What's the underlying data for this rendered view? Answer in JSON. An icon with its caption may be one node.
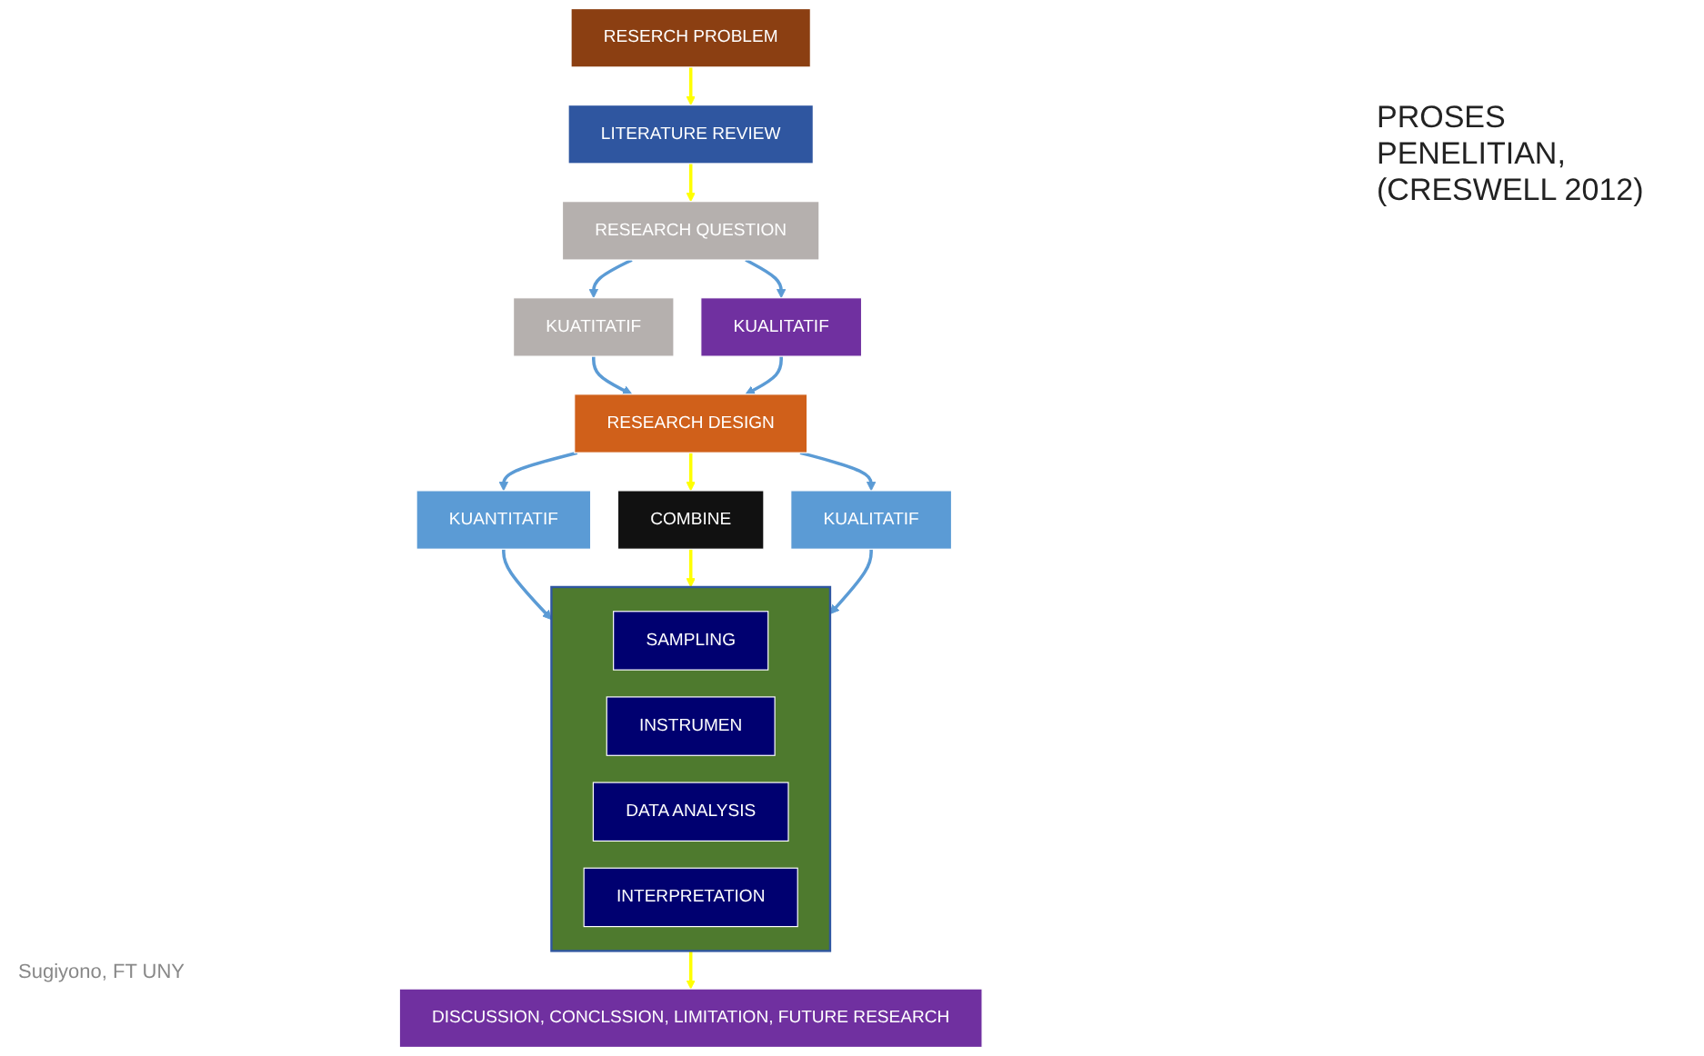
{
  "diagram": {
    "nodes": [
      {
        "text": [
          "RESERCH PROBLEM"
        ]
      },
      {
        "text": [
          "LITERATURE REVIEW"
        ]
      },
      {
        "text": [
          "RESEARCH QUESTION"
        ]
      },
      {
        "text": [
          "KUATITATIF"
        ]
      },
      {
        "text": [
          "KUALITATIF"
        ]
      },
      {
        "text": [
          "RESEARCH DESIGN"
        ]
      },
      {
        "text": [
          "KUANTITATIF"
        ]
      },
      {
        "text": [
          "COMBINE"
        ]
      },
      {
        "text": [
          "KUALITATIF"
        ]
      },
      {
        "text": [],
        "shape": "box"
      },
      {
        "text": [
          "SAMPLING"
        ],
        "in": 9
      },
      {
        "text": [
          "INSTRUMEN"
        ],
        "in": 9
      },
      {
        "text": [
          "DATA ANALYSIS"
        ],
        "in": 9
      },
      {
        "text": [
          "INTERPRETATION"
        ],
        "in": 9
      },
      {
        "text": [
          "DISCUSSION, CONCLSSION, LIMITATION, FUTURE RESEARCH"
        ]
      }
    ],
    "edges": [
      {
        "from": 0,
        "to": 1,
        "arrow": "to",
        "color": "#ffff00"
      },
      {
        "from": 1,
        "to": 2,
        "arrow": "to",
        "color": "#ffff00"
      },
      {
        "from": 2,
        "to": 3,
        "arrow": "to"
      },
      {
        "from": 2,
        "to": 4,
        "arrow": "to"
      },
      {
        "from": 3,
        "to": 5,
        "arrow": "to"
      },
      {
        "from": 4,
        "to": 5,
        "arrow": "to"
      },
      {
        "from": 5,
        "to": 6,
        "arrow": "to"
      },
      {
        "from": 5,
        "to": 7,
        "arrow": "to",
        "color": "#ffff00"
      },
      {
        "from": 5,
        "to": 8,
        "arrow": "to"
      },
      {
        "from": 6,
        "to": 9,
        "arrow": "to"
      },
      {
        "from": 7,
        "to": 9,
        "arrow": "to",
        "color": "#ffff00"
      },
      {
        "from": 8,
        "to": 9,
        "arrow": "to"
      },
      {
        "from": 9,
        "to": 14,
        "arrow": "to",
        "color": "#ffff00"
      }
    ],
    "labels": [
      "PROSES PENELITIAN, (CRESWELL 2012)",
      "Sugiyono, FT UNY"
    ]
  }
}
